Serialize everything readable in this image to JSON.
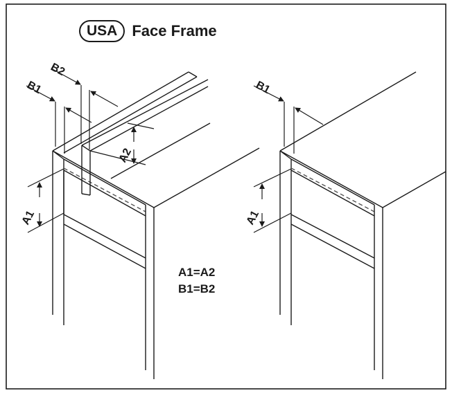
{
  "title": {
    "badge": "USA",
    "text": "Face Frame"
  },
  "labels": {
    "a1": "A1",
    "a2": "A2",
    "b1": "B1",
    "b2": "B2"
  },
  "equations": {
    "line1": "A1=A2",
    "line2": "B1=B2"
  },
  "colors": {
    "ink": "#1a1a1a",
    "dashed": "#555555",
    "background": "#ffffff"
  }
}
